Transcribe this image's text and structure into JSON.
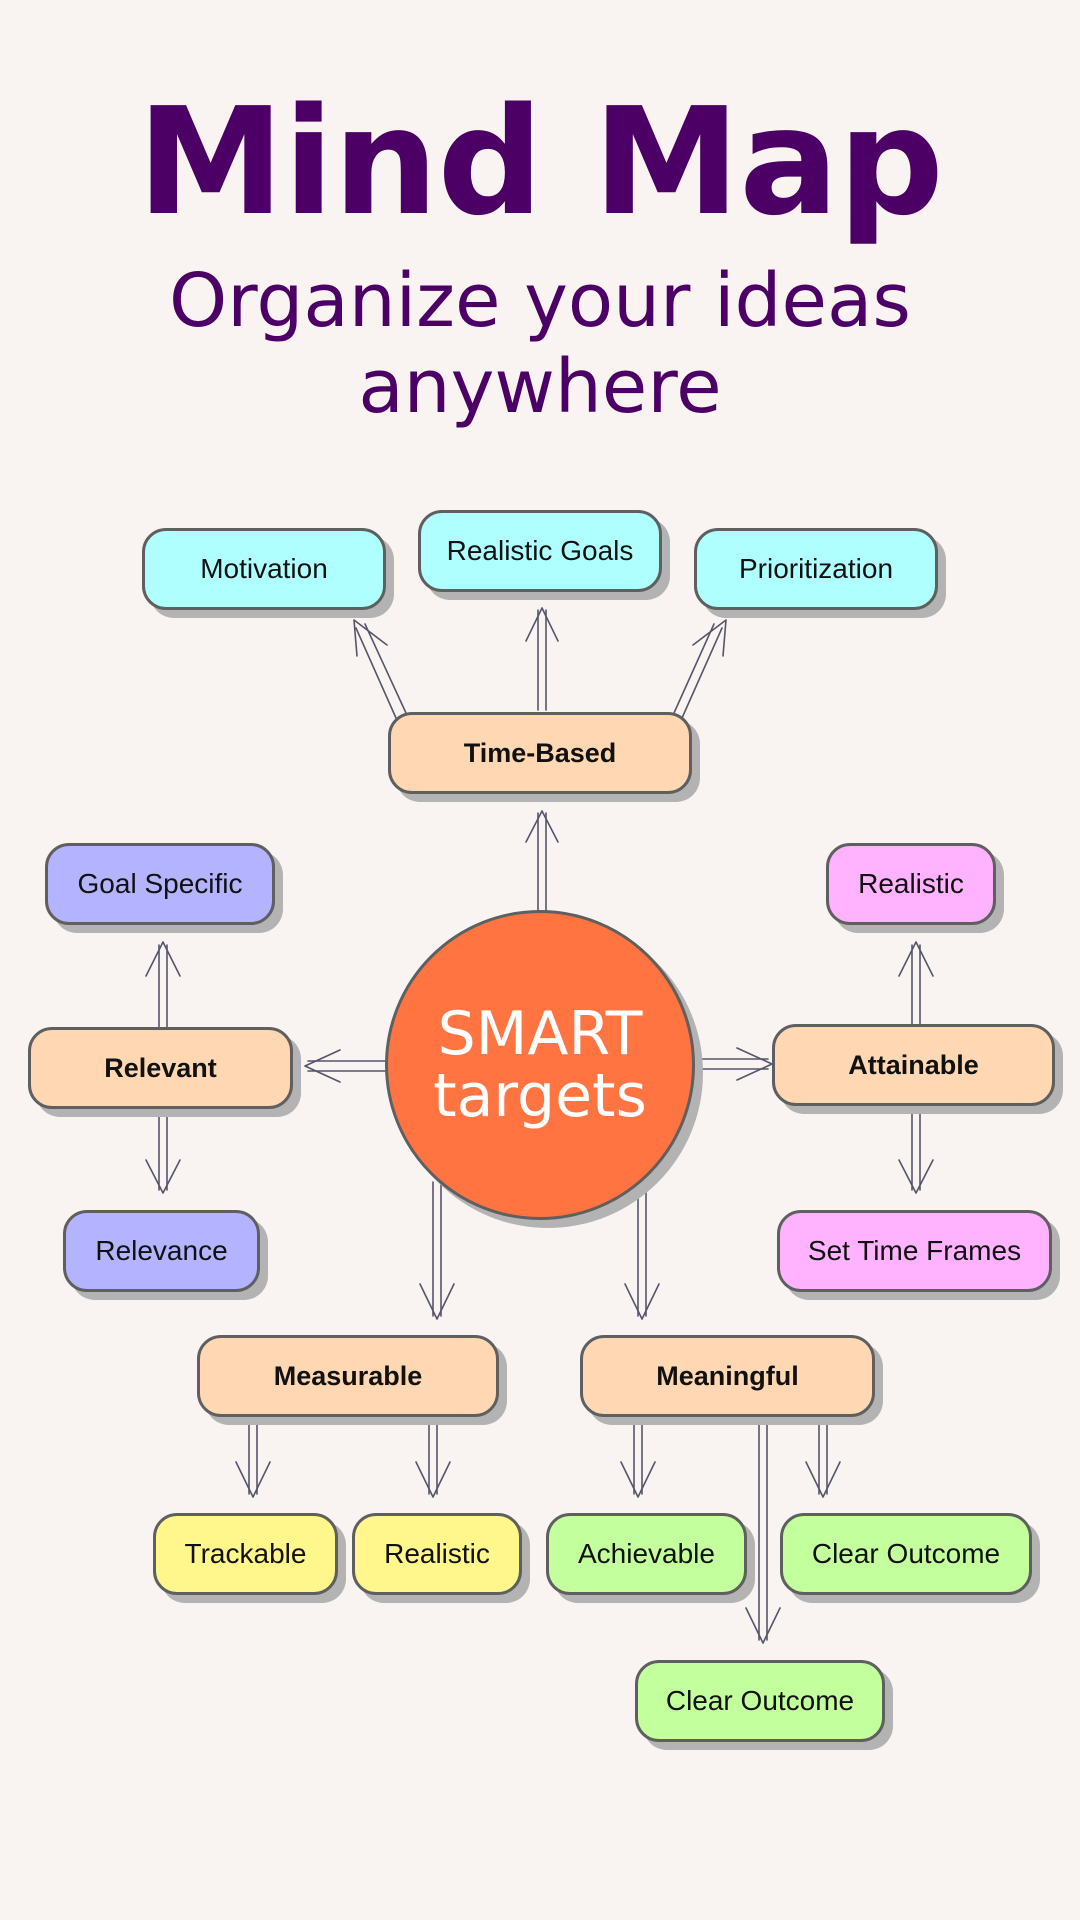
{
  "title": "Mind Map",
  "subtitle": [
    "Organize your ideas",
    "anywhere"
  ],
  "center": {
    "lines": [
      "SMART",
      "targets"
    ],
    "color": "#ff7441"
  },
  "colors": {
    "ink": "#4c0066",
    "background": "#f9f4f2",
    "branch": "#ffd8b3",
    "time_based_leaves": "#b0ffff",
    "relevant_leaves": "#b3b3ff",
    "attainable_leaves": "#ffb3ff",
    "measurable_leaves": "#fff68c",
    "meaningful_leaves": "#c3ff9c"
  },
  "branches": {
    "time_based": {
      "label": "Time-Based",
      "children": [
        "Motivation",
        "Realistic Goals",
        "Prioritization"
      ]
    },
    "relevant": {
      "label": "Relevant",
      "children": [
        "Goal Specific",
        "Relevance"
      ]
    },
    "attainable": {
      "label": "Attainable",
      "children": [
        "Realistic",
        "Set Time Frames"
      ]
    },
    "measurable": {
      "label": "Measurable",
      "children": [
        "Trackable",
        "Realistic"
      ]
    },
    "meaningful": {
      "label": "Meaningful",
      "children": [
        "Achievable",
        "Clear Outcome",
        "Clear Outcome"
      ]
    }
  }
}
